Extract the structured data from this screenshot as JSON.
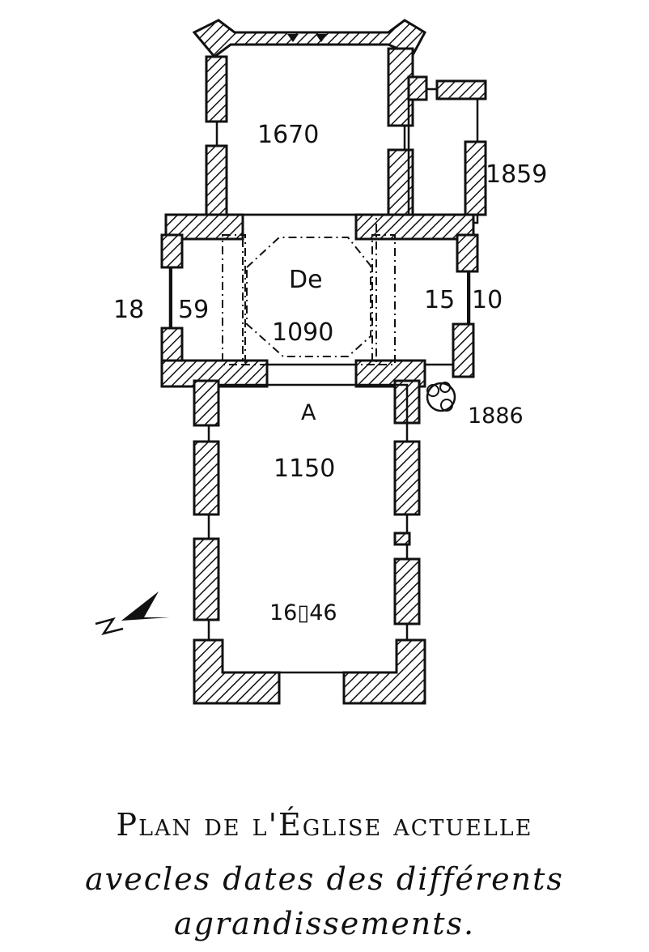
{
  "dates": {
    "north_chapel": "1670",
    "sacristy": "1859",
    "left_transept_a": "18",
    "left_transept_b": "59",
    "crossing_top": "De",
    "crossing_bottom": "1090",
    "right_transept_a": "15",
    "right_transept_b": "10",
    "stair_turret": "1886",
    "crossing_arch_label": "A",
    "nave_east": "1150",
    "nave_west": "16▯46"
  },
  "caption": {
    "line1": "Plan de l'Église actuelle",
    "line2": "avecles dates des différents",
    "line3": "agrandissements."
  },
  "icons": {
    "north_arrow": "north-arrow-icon",
    "stair": "spiral-stair-icon"
  }
}
